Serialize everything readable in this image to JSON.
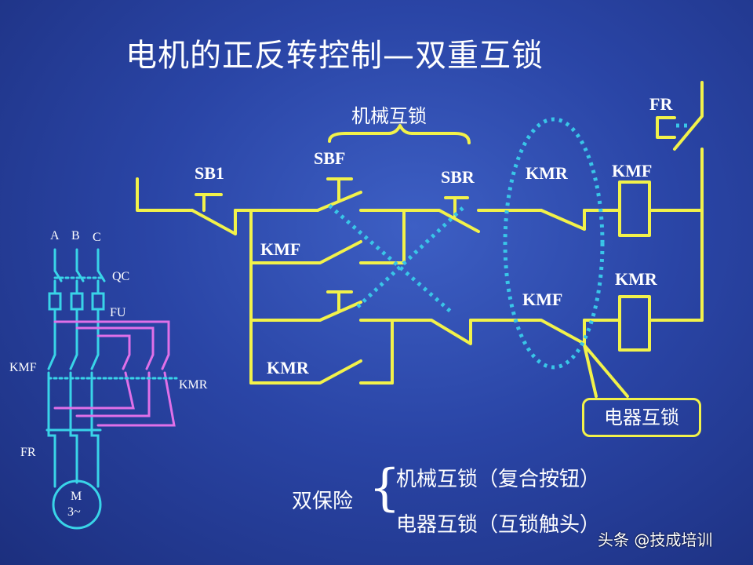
{
  "title": "电机的正反转控制—双重互锁",
  "control_circuit": {
    "mechanical_interlock_label": "机械互锁",
    "labels": {
      "sb1": "SB1",
      "sbf": "SBF",
      "sbr": "SBR",
      "fr": "FR",
      "kmr_contact_top": "KMR",
      "kmf_coil": "KMF",
      "kmf_hold": "KMF",
      "kmr_coil": "KMR",
      "kmf_contact_bottom": "KMF",
      "kmr_hold": "KMR"
    },
    "electrical_interlock_label": "电器互锁"
  },
  "main_circuit": {
    "phases": [
      "A",
      "B",
      "C"
    ],
    "qc": "QC",
    "fu": "FU",
    "kmf": "KMF",
    "kmr": "KMR",
    "fr": "FR",
    "motor_line1": "M",
    "motor_line2": "3~"
  },
  "summary": {
    "heading": "双保险",
    "items": [
      "机械互锁（复合按钮）",
      "电器互锁（互锁触头）"
    ]
  },
  "watermark": "头条 @技成培训",
  "colors": {
    "circuit": "#f2f24a",
    "interlock": "#39c6e8",
    "main_circuit": "#39d4e8",
    "main_circuit_alt": "#e070e8",
    "text": "#ffffff"
  }
}
